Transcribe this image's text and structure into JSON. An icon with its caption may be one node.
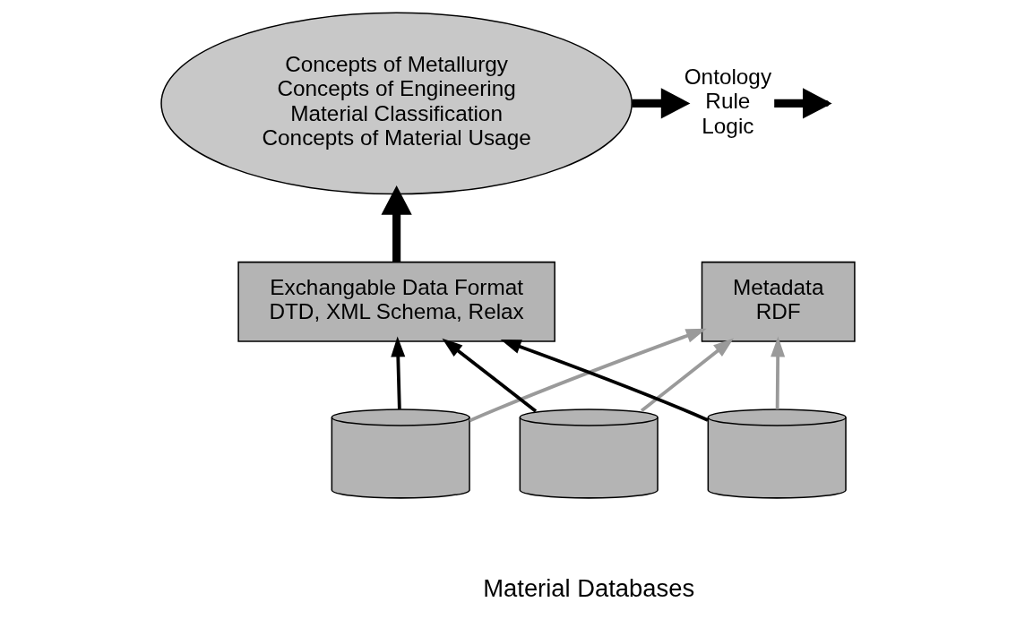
{
  "diagram": {
    "nodes": [
      {
        "text": [
          "Concepts of Metallurgy",
          "Concepts of Engineering",
          "Material Classification",
          "Concepts of Material Usage"
        ]
      },
      {
        "text": [
          "Ontology",
          "Rule",
          "Logic"
        ]
      },
      {
        "text": [
          "Exchangable Data Format",
          "DTD, XML Schema, Relax"
        ]
      },
      {
        "text": [
          "Metadata",
          "RDF"
        ]
      },
      {
        "text": [],
        "shape": "cylinder"
      },
      {
        "text": [],
        "shape": "cylinder"
      },
      {
        "text": [],
        "shape": "cylinder"
      }
    ],
    "edges": [
      {
        "from": 0,
        "to": 1,
        "arrow": "to",
        "style": "thick"
      },
      {
        "from": 1,
        "to": null,
        "arrow": "to",
        "style": "thick"
      },
      {
        "from": 2,
        "to": 0,
        "arrow": "to",
        "style": "thick"
      },
      {
        "from": 4,
        "to": 2,
        "arrow": "to"
      },
      {
        "from": 5,
        "to": 2,
        "arrow": "to"
      },
      {
        "from": 6,
        "to": 2,
        "arrow": "to"
      },
      {
        "from": 4,
        "to": 3,
        "arrow": "to",
        "color": "#9a9a9a"
      },
      {
        "from": 5,
        "to": 3,
        "arrow": "to",
        "color": "#9a9a9a"
      },
      {
        "from": 6,
        "to": 3,
        "arrow": "to",
        "color": "#9a9a9a"
      }
    ],
    "labels": [
      "Material Databases"
    ]
  }
}
